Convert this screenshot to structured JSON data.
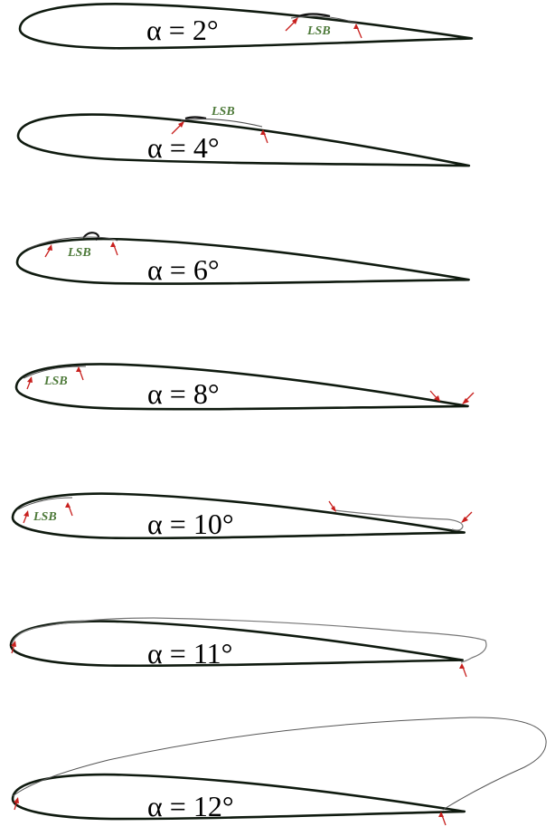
{
  "panels": [
    {
      "angle_label": "α = 2°",
      "bubble_label": "LSB"
    },
    {
      "angle_label": "α = 4°",
      "bubble_label": "LSB"
    },
    {
      "angle_label": "α = 6°",
      "bubble_label": "LSB"
    },
    {
      "angle_label": "α = 8°",
      "bubble_label": "LSB"
    },
    {
      "angle_label": "α = 10°",
      "bubble_label": "LSB"
    },
    {
      "angle_label": "α = 11°"
    },
    {
      "angle_label": "α = 12°"
    }
  ],
  "colors": {
    "airfoil": "#0f1a0f",
    "arrow": "#c8201e",
    "lsb_text": "#4e7a3a"
  }
}
